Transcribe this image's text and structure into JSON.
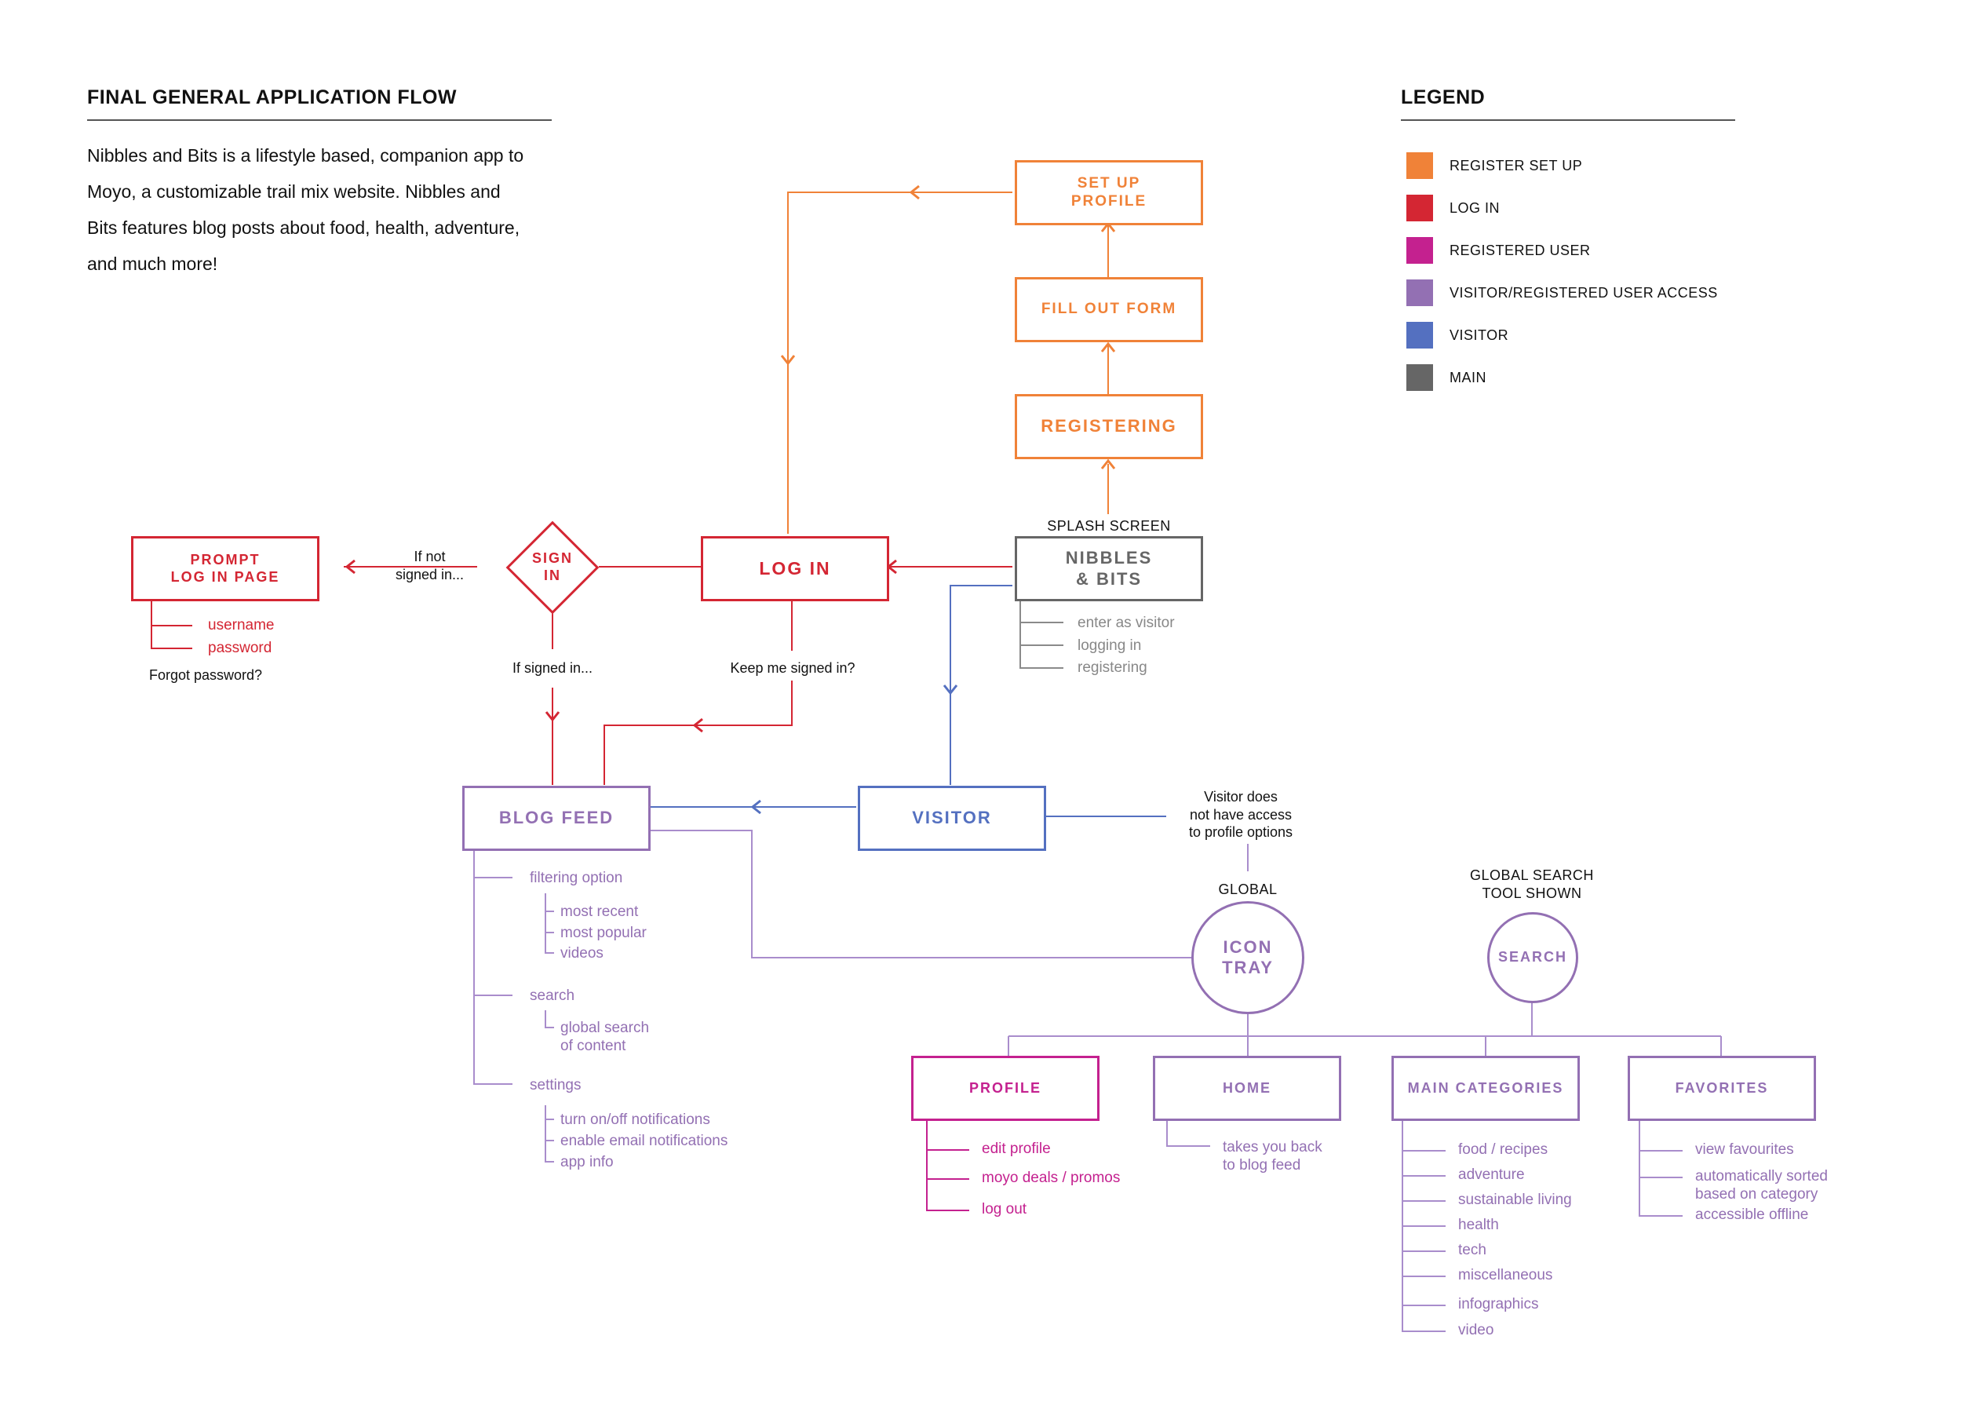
{
  "header": {
    "title": "FINAL GENERAL APPLICATION FLOW",
    "intro": "Nibbles and Bits is a lifestyle based, companion app to Moyo, a customizable trail mix website. Nibbles and Bits features blog posts about food, health, adventure, and much more!"
  },
  "legend": {
    "title": "LEGEND",
    "items": [
      {
        "label": "REGISTER SET UP",
        "color": "#f08238"
      },
      {
        "label": "LOG IN",
        "color": "#d42633"
      },
      {
        "label": "REGISTERED USER",
        "color": "#c4218f"
      },
      {
        "label": "VISITOR/REGISTERED USER ACCESS",
        "color": "#9370b3"
      },
      {
        "label": "VISITOR",
        "color": "#5470c0"
      },
      {
        "label": "MAIN",
        "color": "#666666"
      }
    ]
  },
  "nodes": {
    "setup_profile": "SET UP\nPROFILE",
    "fill_out_form": "FILL OUT FORM",
    "registering": "REGISTERING",
    "splash_label": "SPLASH SCREEN",
    "nibbles": "NIBBLES\n& BITS",
    "login": "LOG IN",
    "sign_in": "SIGN\nIN",
    "prompt_login": "PROMPT\nLOG IN PAGE",
    "blog_feed": "BLOG FEED",
    "visitor": "VISITOR",
    "icon_tray": "ICON\nTRAY",
    "search": "SEARCH",
    "profile": "PROFILE",
    "home": "HOME",
    "main_categories": "MAIN CATEGORIES",
    "favorites": "FAVORITES"
  },
  "notes": {
    "if_not_signed": "If not\nsigned in...",
    "if_signed": "If signed in...",
    "keep_signed": "Keep me signed in?",
    "forgot": "Forgot password?",
    "visitor_access": "Visitor does\nnot have access\nto profile options",
    "global": "GLOBAL",
    "global_search": "GLOBAL SEARCH\nTOOL SHOWN"
  },
  "lists": {
    "splash": [
      "enter as visitor",
      "logging in",
      "registering"
    ],
    "prompt": [
      "username",
      "password"
    ],
    "blog": {
      "filtering": "filtering option",
      "filter_items": [
        "most recent",
        "most popular",
        "videos"
      ],
      "search": "search",
      "search_items": [
        "global search\nof content"
      ],
      "settings": "settings",
      "settings_items": [
        "turn on/off notifications",
        "enable email notifications",
        "app info"
      ]
    },
    "profile": [
      "edit profile",
      "moyo deals / promos",
      "log out"
    ],
    "home": [
      "takes you back\nto blog feed"
    ],
    "categories": [
      "food / recipes",
      "adventure",
      "sustainable living",
      "health",
      "tech",
      "miscellaneous",
      "infographics",
      "video"
    ],
    "favorites": [
      "view favourites",
      "automatically sorted\nbased on category",
      "accessible offline"
    ]
  }
}
